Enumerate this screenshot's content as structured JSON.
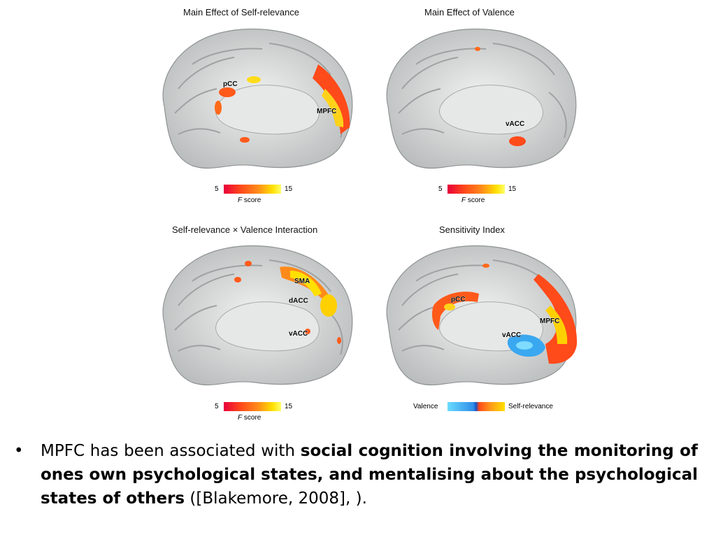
{
  "panels": [
    {
      "title": "Main Effect of Self-relevance",
      "labels": [
        "pCC",
        "MPFC"
      ],
      "legend": {
        "type": "heat",
        "min": "5",
        "max": "15",
        "caption_italic": "F",
        "caption": " score"
      }
    },
    {
      "title": "Main Effect of Valence",
      "labels": [
        "vACC"
      ],
      "legend": {
        "type": "heat",
        "min": "5",
        "max": "15",
        "caption_italic": "F",
        "caption": " score"
      }
    },
    {
      "title": "Self-relevance × Valence Interaction",
      "labels": [
        "SMA",
        "dACC",
        "vACC"
      ],
      "legend": {
        "type": "heat",
        "min": "5",
        "max": "15",
        "caption_italic": "F",
        "caption": " score"
      }
    },
    {
      "title": "Sensitivity Index",
      "labels": [
        "pCC",
        "MPFC",
        "vACC"
      ],
      "legend": {
        "type": "dual",
        "left": "Valence",
        "right": "Self-relevance"
      }
    }
  ],
  "bullet": {
    "marker": "•",
    "text_plain_1": "MPFC has been associated with ",
    "text_bold": "social cognition involving the monitoring of ones own psychological states, and mentalising about the psychological states of others",
    "text_plain_2": " ([Blakemore, 2008], )."
  },
  "colors": {
    "brain_fill": "#d9dbdb",
    "brain_inner": "#e9eaea",
    "heat_low": "#e8003a",
    "heat_high": "#ffff6a",
    "valence_blue": "#3aa8f0"
  }
}
